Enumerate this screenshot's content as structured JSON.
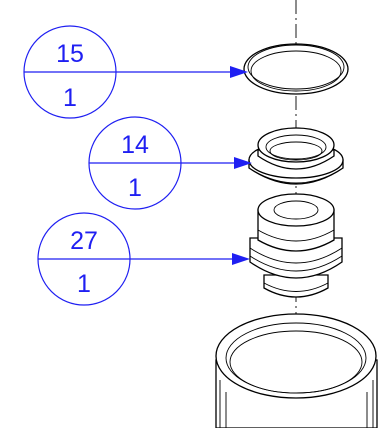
{
  "balloons": [
    {
      "item": "15",
      "qty": "1"
    },
    {
      "item": "14",
      "qty": "1"
    },
    {
      "item": "27",
      "qty": "1"
    }
  ],
  "colors": {
    "balloon": "#1f1ff2",
    "lines": "#000000",
    "background": "#ffffff"
  }
}
